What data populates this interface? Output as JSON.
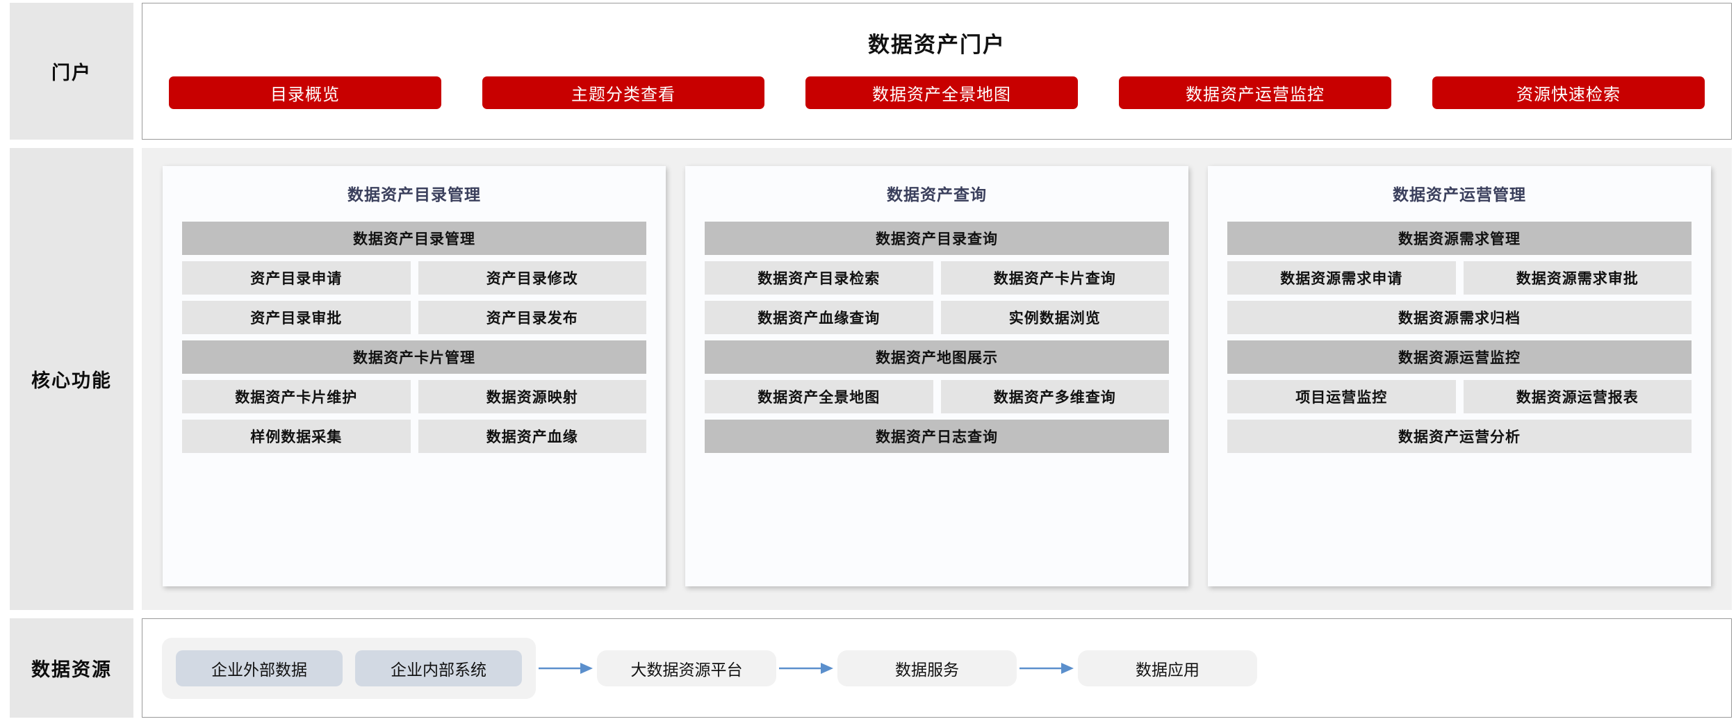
{
  "colors": {
    "accent_red": "#C80000",
    "rail_gray": "#E7E7E7",
    "core_bg": "#F0F0F0",
    "group_header_gray": "#BFBFBF",
    "tile_gray": "#E4E4E4",
    "card_title": "#3A3F5C",
    "source_blue": "#D2D9E3",
    "arrow_blue": "#5B8FCC"
  },
  "rails": {
    "portal": "门户",
    "core": "核心功能",
    "source": "数据资源"
  },
  "portal": {
    "title": "数据资产门户",
    "buttons": [
      "目录概览",
      "主题分类查看",
      "数据资产全景地图",
      "数据资产运营监控",
      "资源快速检索"
    ]
  },
  "core": {
    "columns": [
      {
        "title": "数据资产目录管理",
        "blocks": [
          {
            "header": "数据资产目录管理",
            "rows": [
              [
                "资产目录申请",
                "资产目录修改"
              ],
              [
                "资产目录审批",
                "资产目录发布"
              ]
            ]
          },
          {
            "header": "数据资产卡片管理",
            "rows": [
              [
                "数据资产卡片维护",
                "数据资源映射"
              ],
              [
                "样例数据采集",
                "数据资产血缘"
              ]
            ]
          }
        ]
      },
      {
        "title": "数据资产查询",
        "blocks": [
          {
            "header": "数据资产目录查询",
            "rows": [
              [
                "数据资产目录检索",
                "数据资产卡片查询"
              ],
              [
                "数据资产血缘查询",
                "实例数据浏览"
              ]
            ]
          },
          {
            "header": "数据资产地图展示",
            "rows": [
              [
                "数据资产全景地图",
                "数据资产多维查询"
              ]
            ]
          },
          {
            "header": "数据资产日志查询",
            "rows": []
          }
        ]
      },
      {
        "title": "数据资产运营管理",
        "blocks": [
          {
            "header": "数据资源需求管理",
            "rows": [
              [
                "数据资源需求申请",
                "数据资源需求审批"
              ],
              [
                "数据资源需求归档"
              ]
            ]
          },
          {
            "header": "数据资源运营监控",
            "rows": [
              [
                "项目运营监控",
                "数据资源运营报表"
              ],
              [
                "数据资产运营分析"
              ]
            ]
          }
        ]
      }
    ]
  },
  "source": {
    "group_boxes": [
      "企业外部数据",
      "企业内部系统"
    ],
    "flow_boxes": [
      "大数据资源平台",
      "数据服务",
      "数据应用"
    ],
    "arrow_icon": "arrow-right-icon"
  }
}
